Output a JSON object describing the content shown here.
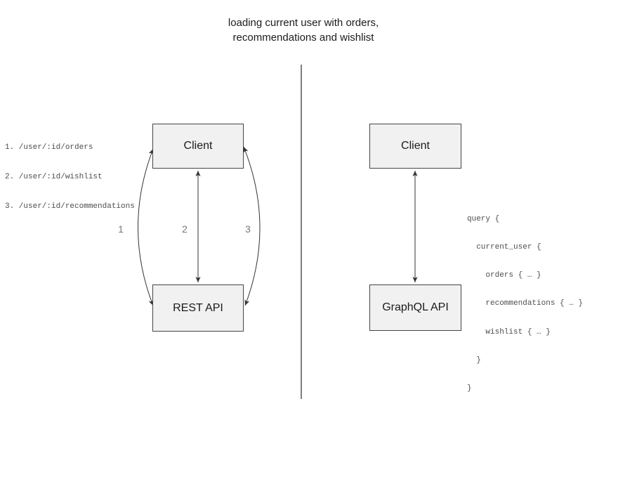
{
  "title": {
    "line1": "loading current user with orders,",
    "line2": "recommendations and wishlist"
  },
  "left_diagram": {
    "client_label": "Client",
    "api_label": "REST API",
    "endpoints": [
      "1. /user/:id/orders",
      "2. /user/:id/wishlist",
      "3. /user/:id/recommendations"
    ],
    "arrow_labels": [
      "1",
      "2",
      "3"
    ]
  },
  "right_diagram": {
    "client_label": "Client",
    "api_label": "GraphQL API",
    "query_lines": [
      "query {",
      "  current_user {",
      "    orders { … }",
      "    recommendations { … }",
      "    wishlist { … }",
      "  }",
      "}"
    ]
  },
  "colors": {
    "box_fill": "#f1f1f1",
    "box_border": "#454545",
    "arrow_stroke": "#333333",
    "divider_stroke": "#555555",
    "code_text": "#4d4d4d",
    "arrow_label_text": "#787878",
    "title_text": "#1b1b1b"
  }
}
